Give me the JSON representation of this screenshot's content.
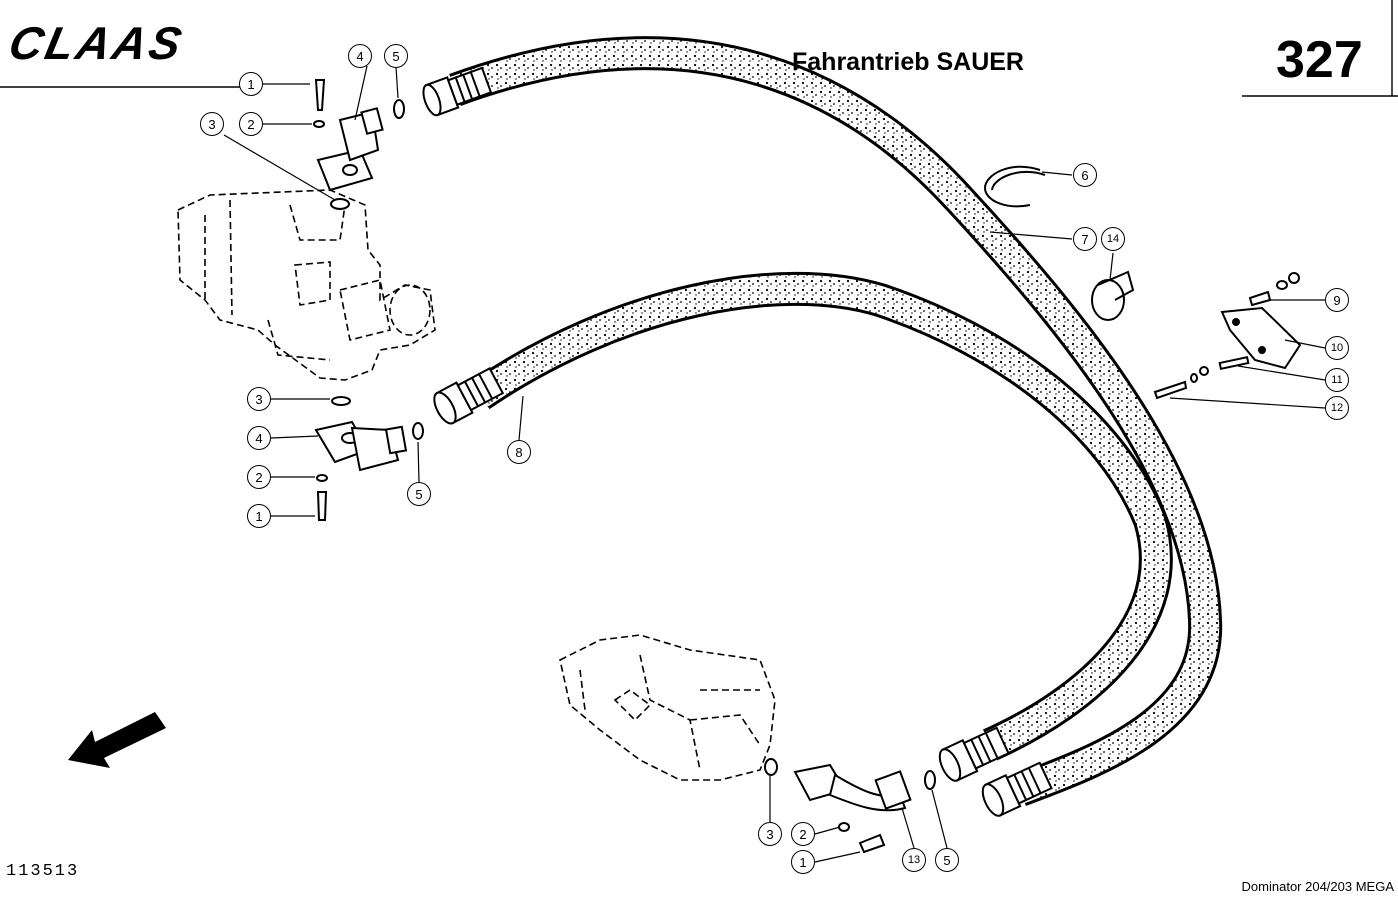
{
  "header": {
    "logo_text": "CLAAS",
    "title": "Fahrantrieb SAUER",
    "page_number": "327"
  },
  "footer": {
    "drawing_number": "113513",
    "model": "Dominator 204/203 MEGA"
  },
  "callouts": [
    {
      "id": "c1a",
      "number": "1"
    },
    {
      "id": "c2a",
      "number": "2"
    },
    {
      "id": "c3a",
      "number": "3"
    },
    {
      "id": "c4a",
      "number": "4"
    },
    {
      "id": "c5a",
      "number": "5"
    },
    {
      "id": "c6",
      "number": "6"
    },
    {
      "id": "c7",
      "number": "7"
    },
    {
      "id": "c14",
      "number": "14"
    },
    {
      "id": "c9",
      "number": "9"
    },
    {
      "id": "c10",
      "number": "10"
    },
    {
      "id": "c11",
      "number": "11"
    },
    {
      "id": "c12",
      "number": "12"
    },
    {
      "id": "c3b",
      "number": "3"
    },
    {
      "id": "c4b",
      "number": "4"
    },
    {
      "id": "c2b",
      "number": "2"
    },
    {
      "id": "c1b",
      "number": "1"
    },
    {
      "id": "c5b",
      "number": "5"
    },
    {
      "id": "c8",
      "number": "8"
    },
    {
      "id": "c3c",
      "number": "3"
    },
    {
      "id": "c2c",
      "number": "2"
    },
    {
      "id": "c1c",
      "number": "1"
    },
    {
      "id": "c13",
      "number": "13"
    },
    {
      "id": "c5c",
      "number": "5"
    }
  ],
  "colors": {
    "ink": "#000000",
    "paper": "#ffffff",
    "hose_fill": "#ffffff"
  }
}
